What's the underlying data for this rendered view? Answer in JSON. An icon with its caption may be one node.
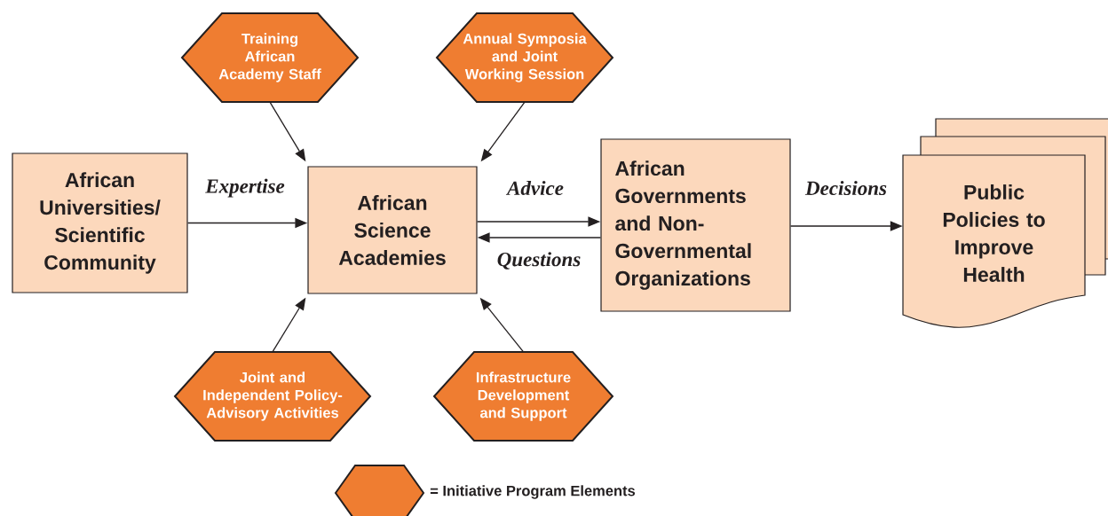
{
  "diagram": {
    "nodes": [
      {
        "text": [
          "African Universities/ Scientific Community"
        ]
      },
      {
        "text": [
          "Training African Academy Staff"
        ]
      },
      {
        "text": [
          "Annual Symposia and Joint Working Session"
        ]
      },
      {
        "text": [
          "African Science Academies"
        ]
      },
      {
        "text": [
          "African Governments and Non-Governmental Organizations"
        ]
      },
      {
        "text": [
          "Public Policies to Improve Health"
        ]
      },
      {
        "text": [
          "Joint and Independent Policy-Advisory Activities"
        ]
      },
      {
        "text": [
          "Infrastructure Development and Support"
        ]
      }
    ],
    "edges": [
      {
        "from": 0,
        "to": 3,
        "arrow": "to",
        "label": "Expertise"
      },
      {
        "from": 3,
        "to": 4,
        "arrow": "to",
        "label": "Advice"
      },
      {
        "from": 4,
        "to": 3,
        "arrow": "to",
        "label": "Questions"
      },
      {
        "from": 4,
        "to": 5,
        "arrow": "to",
        "label": "Decisions"
      },
      {
        "from": 1,
        "to": 3,
        "arrow": "to"
      },
      {
        "from": 2,
        "to": 3,
        "arrow": "to"
      },
      {
        "from": 6,
        "to": 3,
        "arrow": "to"
      },
      {
        "from": 7,
        "to": 3,
        "arrow": "to"
      }
    ],
    "legend": [
      {
        "text": "= Initiative Program Elements"
      }
    ]
  }
}
